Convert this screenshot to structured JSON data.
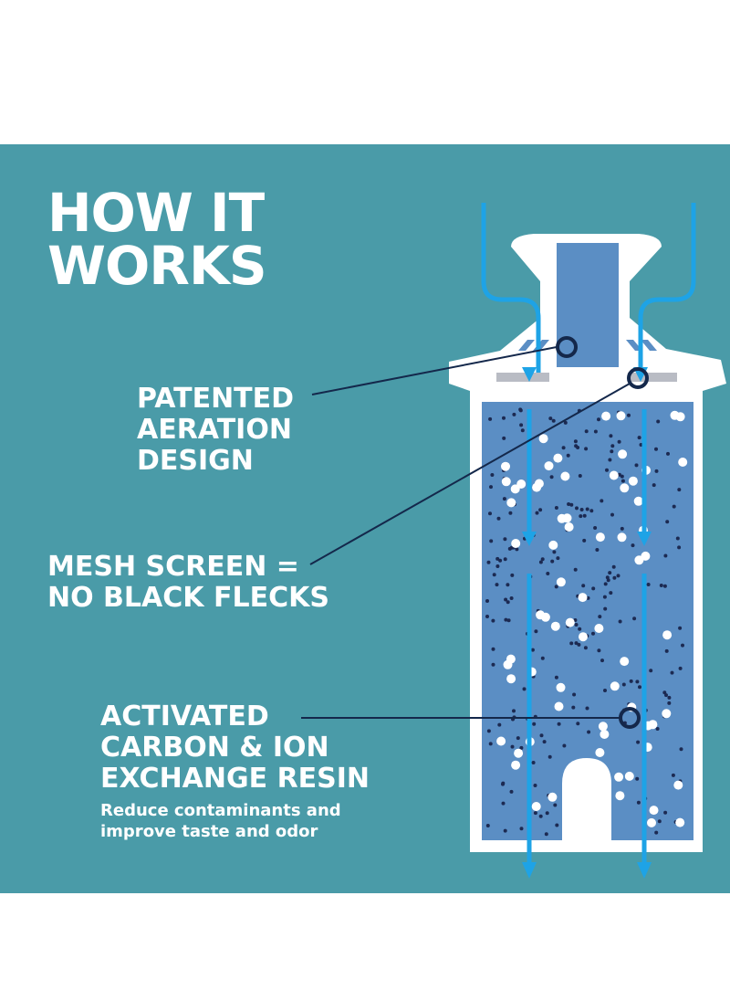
{
  "title": {
    "lines": [
      "HOW IT",
      "WORKS"
    ]
  },
  "labels": {
    "aeration": {
      "lines": [
        "PATENTED",
        "AERATION",
        "DESIGN"
      ]
    },
    "mesh": {
      "lines": [
        "MESH SCREEN =",
        "NO BLACK FLECKS"
      ]
    },
    "carbon": {
      "lines": [
        "ACTIVATED",
        "CARBON & ION",
        "EXCHANGE RESIN"
      ],
      "subtitle": "Reduce contaminants and improve taste and odor"
    }
  },
  "colors": {
    "panel": "#4a9ba8",
    "filter_body": "#5b8ec4",
    "flow_arrow": "#1ea3e6",
    "callout": "#14284b",
    "particle_dark": "#1c2a52",
    "particle_light": "#ffffff"
  }
}
